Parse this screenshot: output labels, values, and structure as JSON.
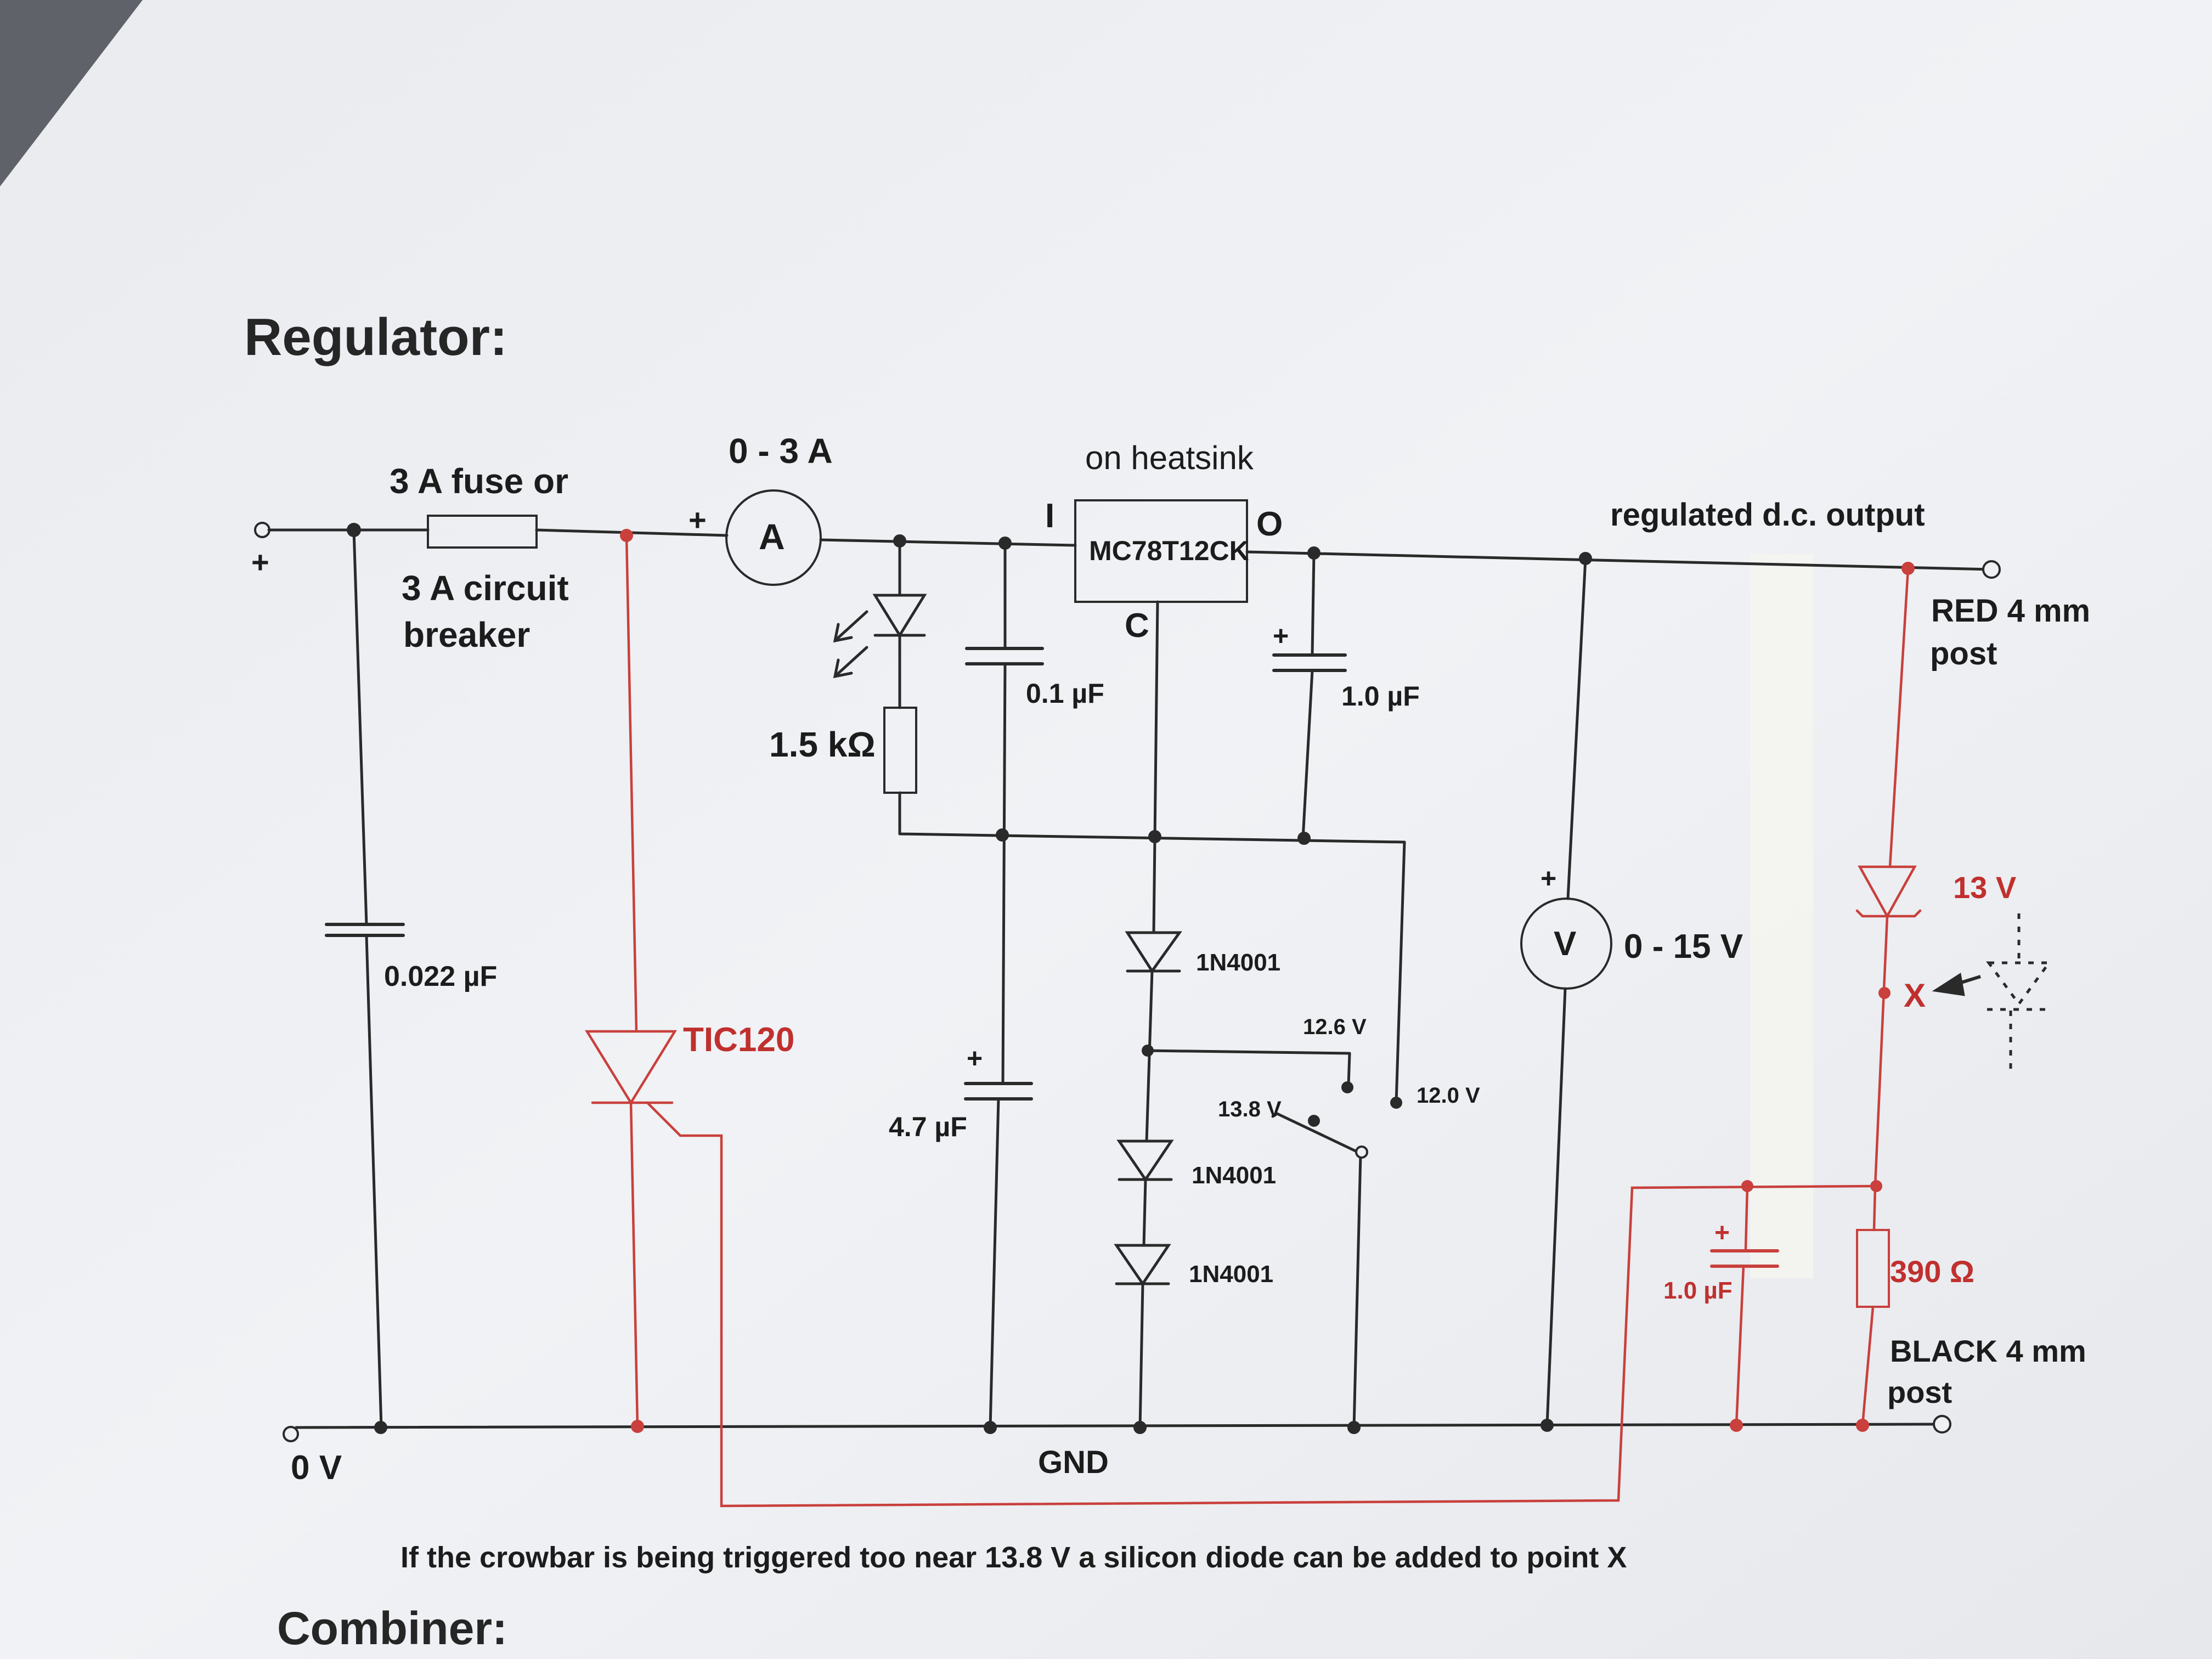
{
  "page": {
    "heading": "Regulator:",
    "next_heading": "Combiner:",
    "footnote": "If the crowbar is being triggered too near 13.8 V a silicon diode can be added to point X"
  },
  "labels": {
    "plus_in": "+",
    "zero_v": "0 V",
    "fuse_line1": "3 A fuse or",
    "fuse_line2": "3 A circuit",
    "fuse_line3": "breaker",
    "ammeter_range": "0 - 3 A",
    "ammeter_symbol": "A",
    "ammeter_plus": "+",
    "heatsink": "on heatsink",
    "reg_input": "I",
    "reg_part": "MC78T12CK",
    "reg_output": "O",
    "reg_common": "C",
    "cap_01": "0.1 µF",
    "cap_10_out": "1.0 µF",
    "cap_plus_a": "+",
    "resistor_15k": "1.5 kΩ",
    "cap_0022": "0.022 µF",
    "thyristor": "TIC120",
    "cap_47": "4.7 µF",
    "cap_plus_b": "+",
    "diode_1": "1N4001",
    "diode_2": "1N4001",
    "diode_3": "1N4001",
    "tap_126": "12.6 V",
    "tap_138": "13.8 V",
    "tap_120": "12.0 V",
    "gnd": "GND",
    "output_title": "regulated d.c. output",
    "red_post_1": "RED 4 mm",
    "red_post_2": "post",
    "voltmeter_symbol": "V",
    "voltmeter_plus": "+",
    "voltmeter_range": "0 - 15 V",
    "zener": "13 V",
    "point_x": "X",
    "cap_10_crowbar": "1.0 µF",
    "cap_plus_c": "+",
    "resistor_390": "390 Ω",
    "black_post_1": "BLACK 4 mm",
    "black_post_2": "post"
  },
  "colors": {
    "wire_black": "#2a2a2a",
    "wire_red": "#c9403c",
    "paper": "#eef0f4"
  }
}
